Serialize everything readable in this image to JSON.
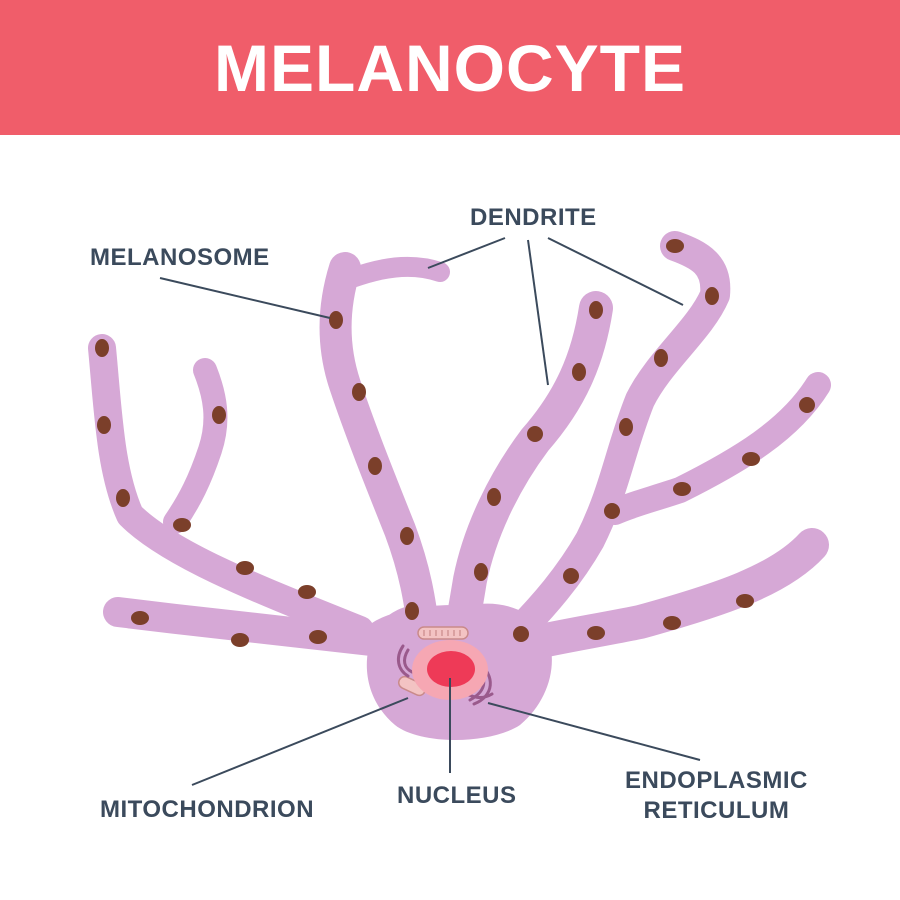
{
  "header": {
    "title": "MELANOCYTE"
  },
  "labels": {
    "melanosome": "MELANOSOME",
    "dendrite": "DENDRITE",
    "mitochondrion": "MITOCHONDRION",
    "nucleus": "NUCLEUS",
    "er_line1": "ENDOPLASMIC",
    "er_line2": "RETICULUM"
  },
  "colors": {
    "header": "#f05d6a",
    "cell": "#d6a8d6",
    "melanosome": "#7b3f2a",
    "nucleus_outer": "#f6a7b3",
    "nucleus_inner": "#ee3a57",
    "leader_line": "#3b4a5c"
  }
}
